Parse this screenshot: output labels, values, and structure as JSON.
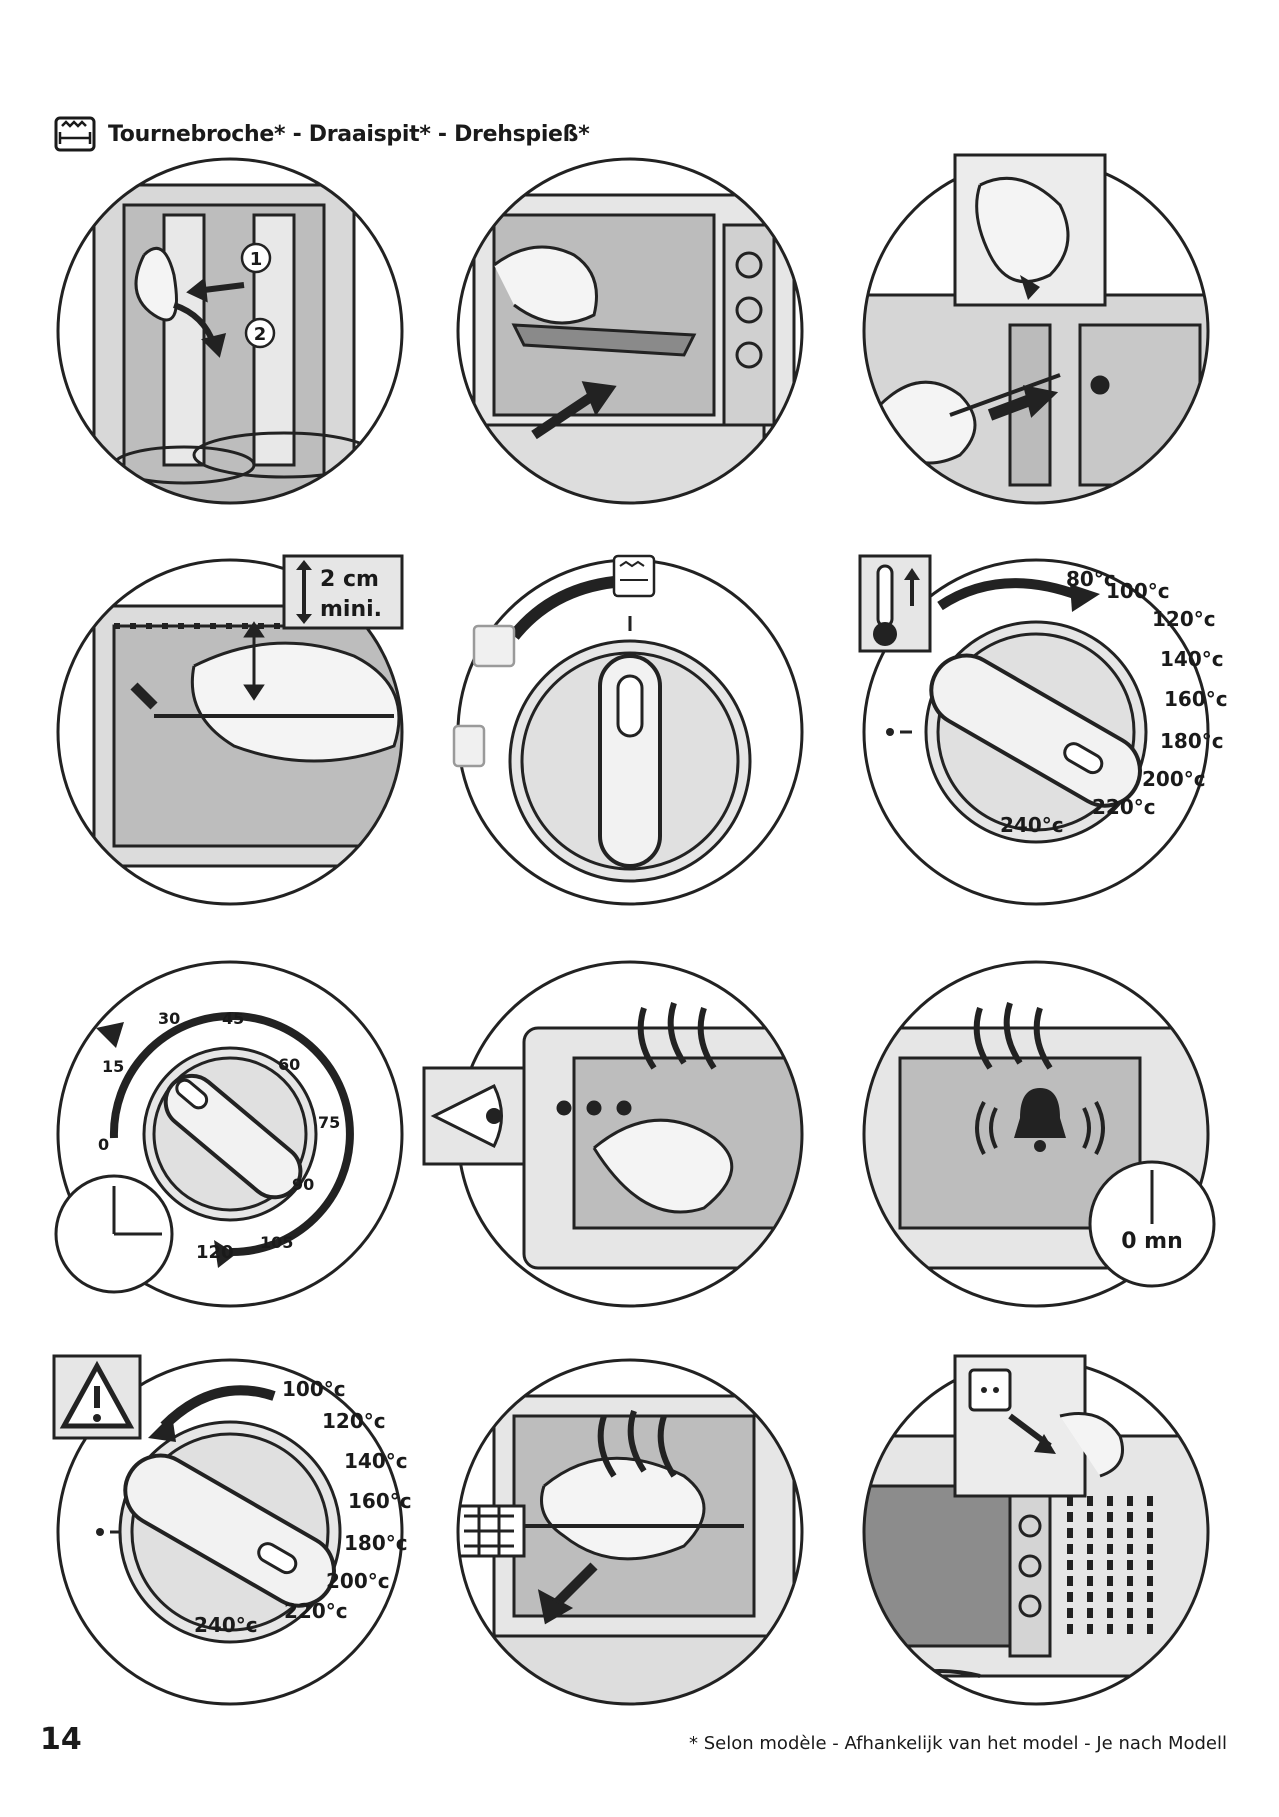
{
  "header": {
    "title": "Tournebroche* - Draaispit* - Drehspieß*",
    "icon": "rotisserie-icon"
  },
  "panels": {
    "p1": {
      "step1": "1",
      "step2": "2"
    },
    "p4": {
      "distance": "2 cm",
      "minimum": "mini."
    },
    "p6": {
      "temps": [
        "80°c",
        "100°c",
        "120°c",
        "140°c",
        "160°c",
        "180°c",
        "200°c",
        "220°c",
        "240°c"
      ]
    },
    "p7": {
      "times": [
        "0",
        "15",
        "30",
        "45",
        "60",
        "75",
        "90",
        "105",
        "120"
      ]
    },
    "p9": {
      "timer": "0 mn"
    },
    "p10": {
      "temps": [
        "100°c",
        "120°c",
        "140°c",
        "160°c",
        "180°c",
        "200°c",
        "220°c",
        "240°c"
      ]
    }
  },
  "footer": {
    "page_number": "14",
    "note": "* Selon modèle - Afhankelijk van het model - Je nach Modell"
  },
  "colors": {
    "ink": "#1a1a1a",
    "panel_bg": "#ececec",
    "line": "#222222"
  }
}
